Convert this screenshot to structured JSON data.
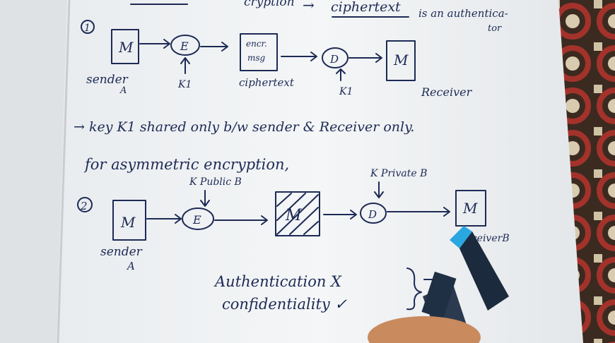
{
  "notes": {
    "top_line": {
      "encryption": "cryption",
      "arrow_text": "→",
      "ciphertext": "ciphertext",
      "is_an": "is an authentica-",
      "tor": "tor"
    },
    "diagram1": {
      "number": "1",
      "m_box": "M",
      "e_node": "E",
      "enc_box_line1": "encr.",
      "enc_box_line2": "msg",
      "d_node": "D",
      "m_box_recv": "M",
      "sender": "sender",
      "sender_sub": "A",
      "k1_e": "K1",
      "ciphertext_label": "ciphertext",
      "k1_d": "K1",
      "receiver": "Receiver"
    },
    "key_line": "→ key  K1  shared only b/w  sender & Receiver only.",
    "asym_line": "for asymmetric encryption,",
    "diagram2": {
      "number": "2",
      "m_box": "M",
      "e_node": "E",
      "d_node": "D",
      "m_box_recv": "M",
      "k_public": "K Public B",
      "k_private": "K Private B",
      "cipher_box": "M",
      "sender": "sender",
      "sender_sub": "A",
      "receiver": "ReceiverB"
    },
    "authentication": "Authentication  X",
    "confidentiality": "confidentiality  ✓"
  }
}
